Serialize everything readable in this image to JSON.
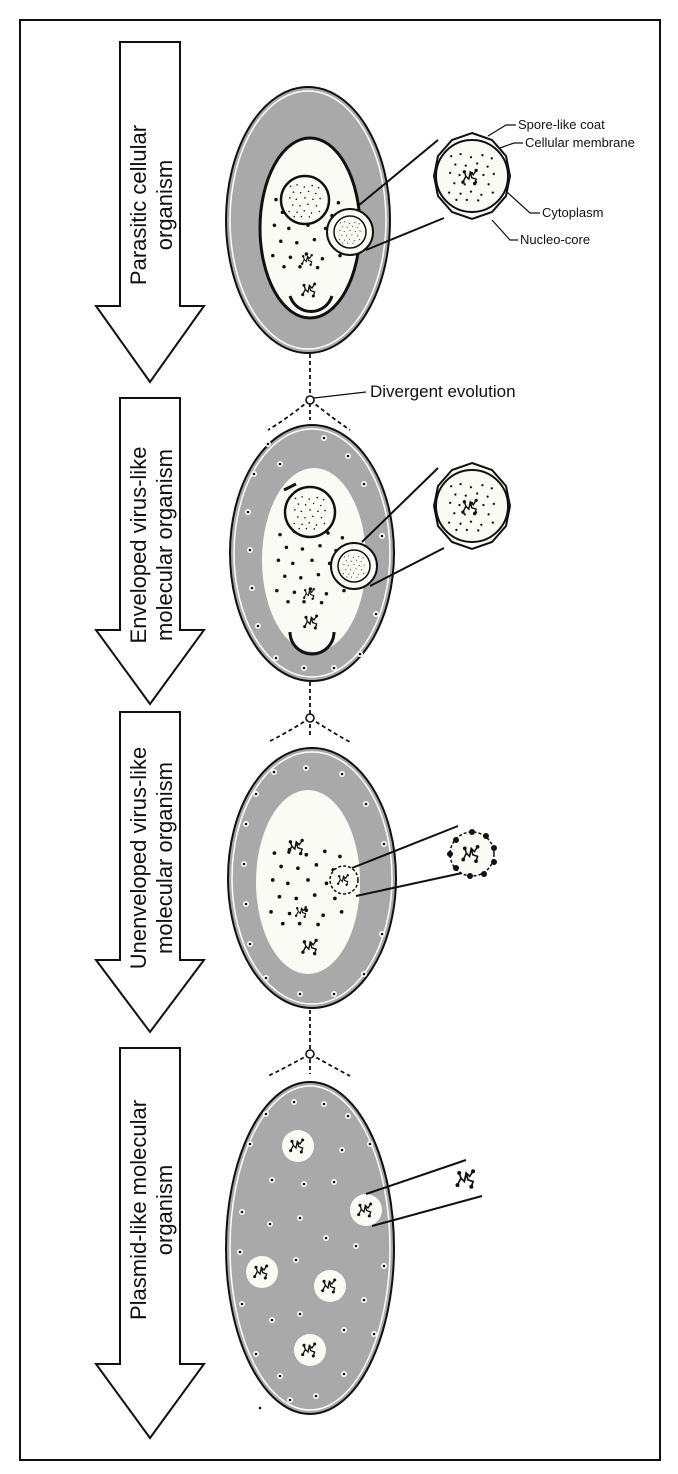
{
  "stages": [
    {
      "id": "parasitic",
      "line1": "Parasitic cellular",
      "line2": "organism"
    },
    {
      "id": "enveloped",
      "line1": "Enveloped virus-like",
      "line2": "molecular organism"
    },
    {
      "id": "unenveloped",
      "line1": "Unenveloped virus-like",
      "line2": "molecular organism"
    },
    {
      "id": "plasmid",
      "line1": "Plasmid-like molecular",
      "line2": "organism"
    }
  ],
  "callouts": {
    "spore_coat": "Spore-like coat",
    "cell_membrane": "Cellular membrane",
    "cytoplasm": "Cytoplasm",
    "nucleo_core": "Nucleo-core"
  },
  "divergent_label": "Divergent evolution",
  "colors": {
    "host_gray": "#a9a9a9",
    "line": "#111111",
    "spot": "#fbfbf6"
  }
}
